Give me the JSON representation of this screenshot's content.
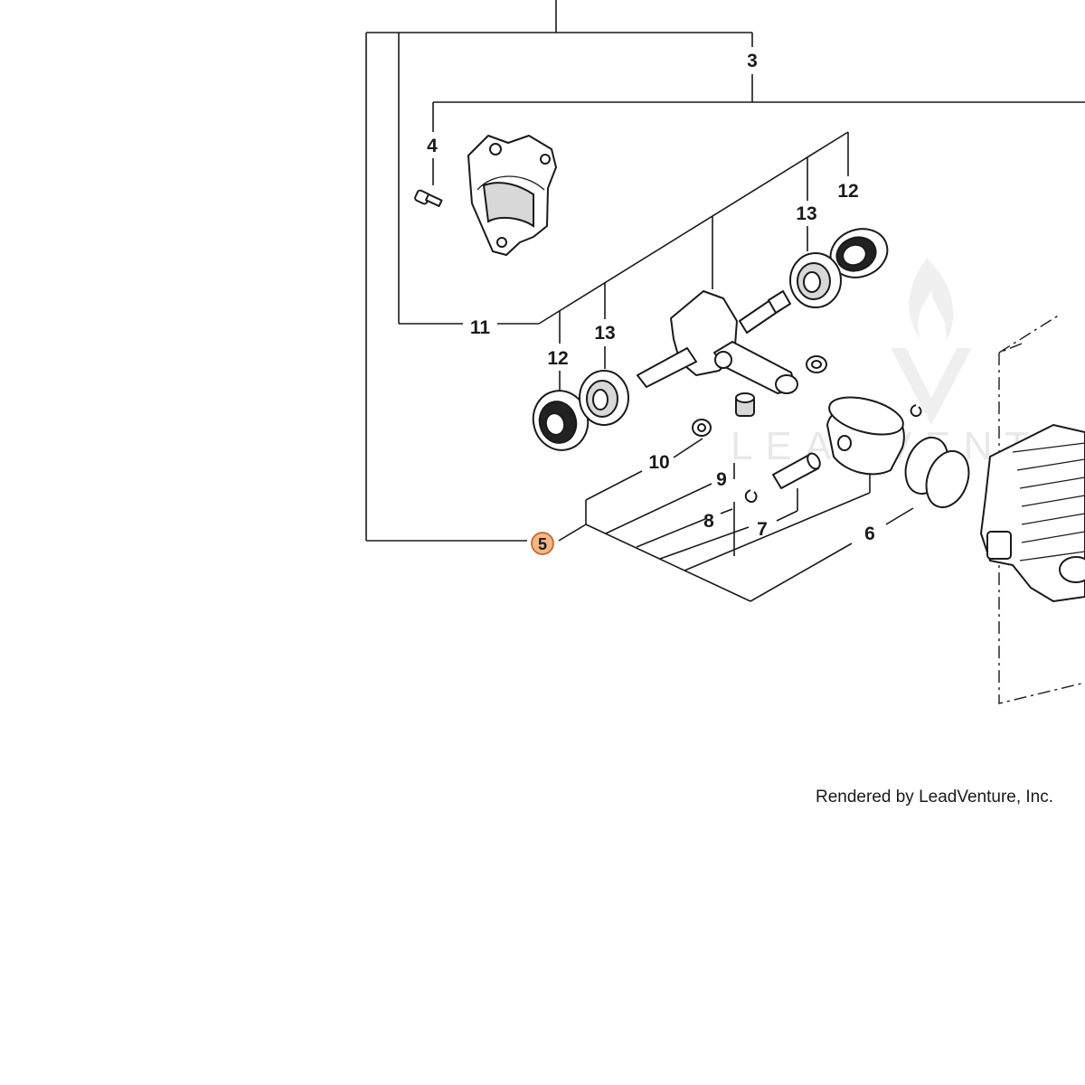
{
  "callouts": {
    "c3": "3",
    "c4": "4",
    "c5": "5",
    "c6": "6",
    "c7": "7",
    "c8": "8",
    "c9": "9",
    "c10": "10",
    "c11": "11",
    "c12a": "12",
    "c12b": "12",
    "c13a": "13",
    "c13b": "13"
  },
  "highlight": {
    "callout": "5",
    "fill": "#f3b784",
    "stroke": "#c46a2a"
  },
  "watermark": {
    "brand": "LEADVENTURE"
  },
  "credit": "Rendered by LeadVenture, Inc."
}
